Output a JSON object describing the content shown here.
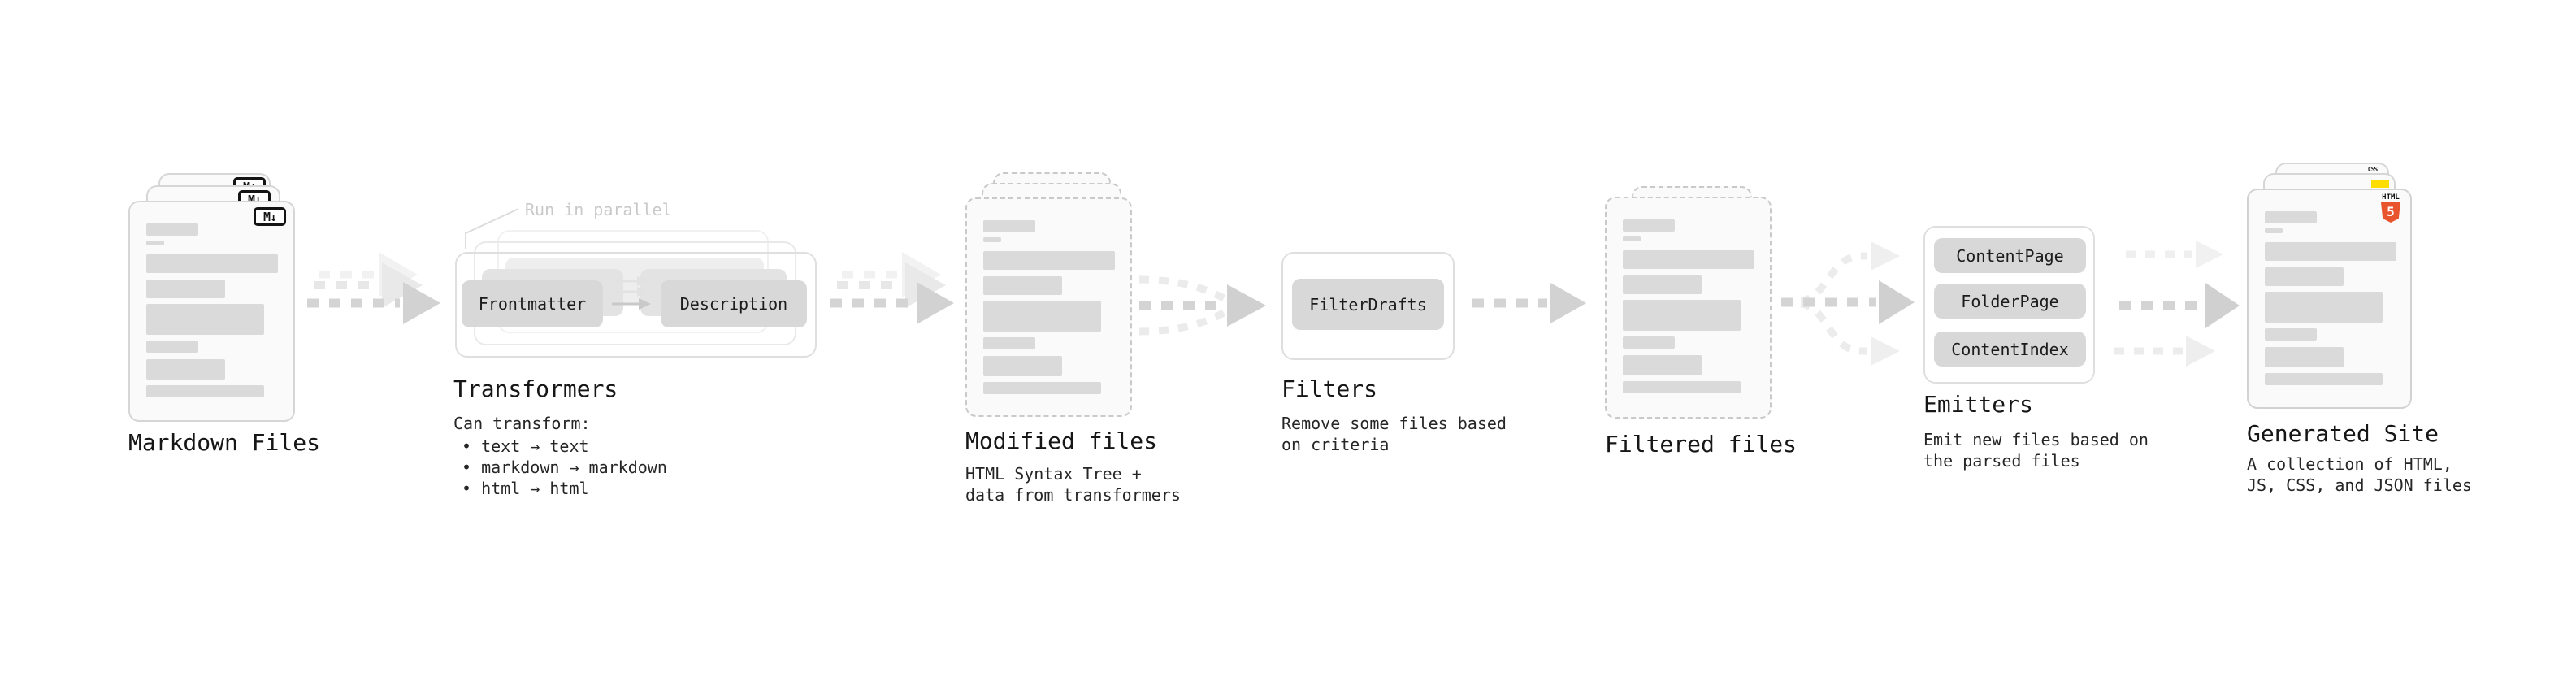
{
  "diagram": {
    "stages": {
      "markdown_files": {
        "label": "Markdown Files",
        "badge": "M↓"
      },
      "transformers": {
        "label": "Transformers",
        "note": "Run in parallel",
        "buttons": [
          "Frontmatter",
          "Description"
        ],
        "caption": "Can transform:",
        "bullets": [
          "• text → text",
          "• markdown → markdown",
          "• html → html"
        ]
      },
      "modified_files": {
        "label": "Modified files",
        "caption": "HTML Syntax Tree +\ndata from transformers"
      },
      "filters": {
        "label": "Filters",
        "buttons": [
          "FilterDrafts"
        ],
        "caption": "Remove some files based\non criteria"
      },
      "filtered_files": {
        "label": "Filtered files"
      },
      "emitters": {
        "label": "Emitters",
        "buttons": [
          "ContentPage",
          "FolderPage",
          "ContentIndex"
        ],
        "caption": "Emit new files based on\nthe parsed files"
      },
      "generated_site": {
        "label": "Generated Site",
        "caption": "A collection of HTML,\nJS, CSS, and JSON files",
        "badges": {
          "html_word": "HTML",
          "html_number": "5",
          "css": "CSS"
        }
      }
    },
    "colors": {
      "arrow_gray": "#d4d4d4",
      "ghost_gray": "#ececec",
      "note_gray": "#c9c9c9",
      "html5_orange": "#e8542c",
      "js_yellow": "#fedd00",
      "css_blue": "#2b6af0"
    }
  }
}
